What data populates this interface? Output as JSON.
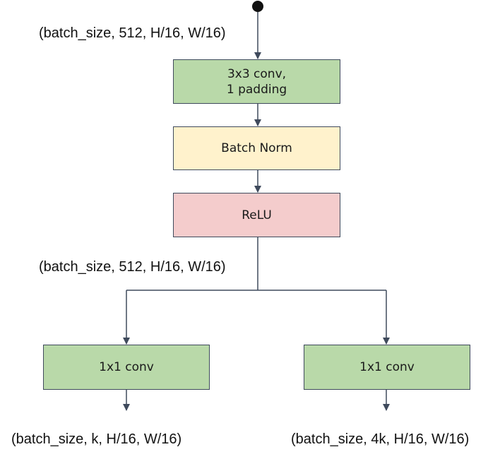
{
  "colors": {
    "conv_fill": "#b9d9a9",
    "norm_fill": "#fff2cc",
    "relu_fill": "#f4cccc",
    "edge": "#3f4a5c"
  },
  "input_label": "(batch_size, 512, H/16, W/16)",
  "blocks": {
    "conv3x3": "3x3 conv,\n1 padding",
    "batch_norm": "Batch Norm",
    "relu": "ReLU"
  },
  "mid_label": "(batch_size, 512, H/16, W/16)",
  "branches": [
    {
      "block": "1x1 conv",
      "output_label": "(batch_size, k, H/16, W/16)"
    },
    {
      "block": "1x1 conv",
      "output_label": "(batch_size, 4k, H/16, W/16)"
    }
  ]
}
